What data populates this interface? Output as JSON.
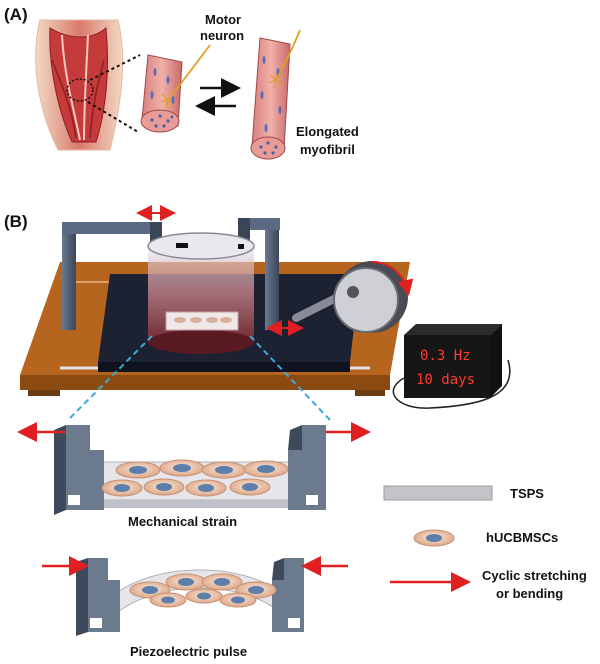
{
  "panel_a": {
    "label": "(A)",
    "motor_neuron_line1": "Motor",
    "motor_neuron_line2": "neuron",
    "elongated_line1": "Elongated",
    "elongated_line2": "myofibril"
  },
  "panel_b": {
    "label": "(B)",
    "display_line1": "0.3 Hz",
    "display_line2": "10 days",
    "mechanical_strain": "Mechanical strain",
    "piezoelectric_pulse": "Piezoelectric pulse"
  },
  "legend": {
    "tsps": "TSPS",
    "cells": "hUCBMSCs",
    "arrow_line1": "Cyclic stretching",
    "arrow_line2": "or bending"
  },
  "colors": {
    "arrow_red": "#e02020",
    "bed_orange": "#b5651d",
    "plate_dark": "#1d2233",
    "frame_steel": "#4a5a70",
    "cell_fill": "#f0c8a8",
    "nucleus": "#5b7faa",
    "muscle": "#c94a4a",
    "nerve": "#e0a020"
  }
}
